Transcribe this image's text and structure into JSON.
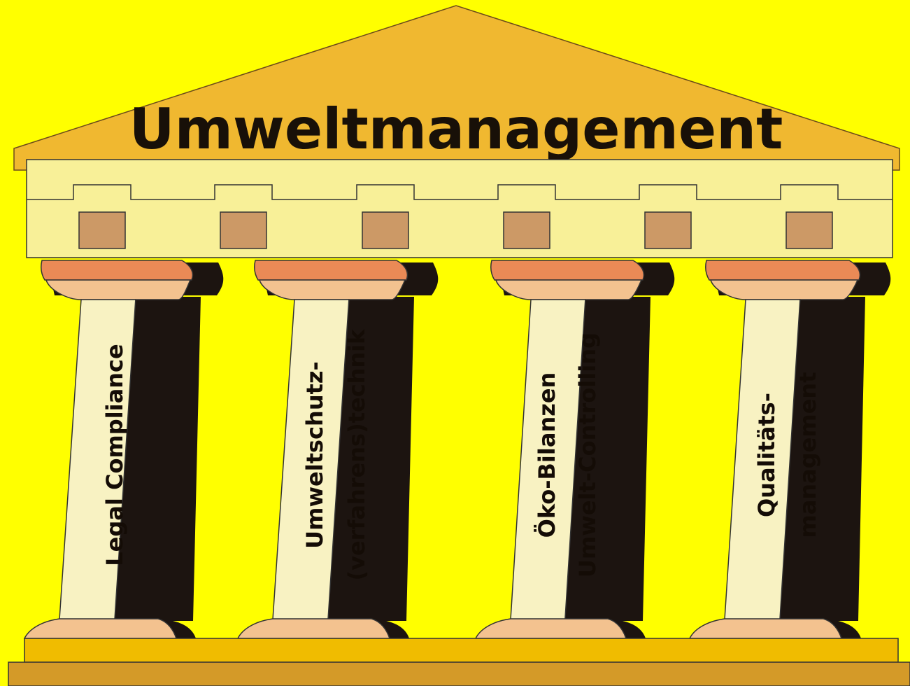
{
  "title": "Umweltmanagement",
  "pillars": [
    {
      "lines": [
        "Legal Compliance"
      ]
    },
    {
      "lines": [
        "Umweltschutz-",
        "(verfahrens)technik"
      ]
    },
    {
      "lines": [
        "Öko-Bilanzen",
        "Umwelt-Controlling"
      ]
    },
    {
      "lines": [
        "Qualitäts-",
        "management"
      ]
    }
  ],
  "colors": {
    "background": "#ffff00",
    "roof": "#f0b830",
    "entablature": "#f8f098",
    "metope": "#cc9966",
    "capital_top": "#ea8a56",
    "capital_bottom": "#f3c28f",
    "shaft": "#f8f2c2",
    "shadow": "#1c1410",
    "stylobate": "#f0bc00",
    "base": "#d49a28"
  }
}
